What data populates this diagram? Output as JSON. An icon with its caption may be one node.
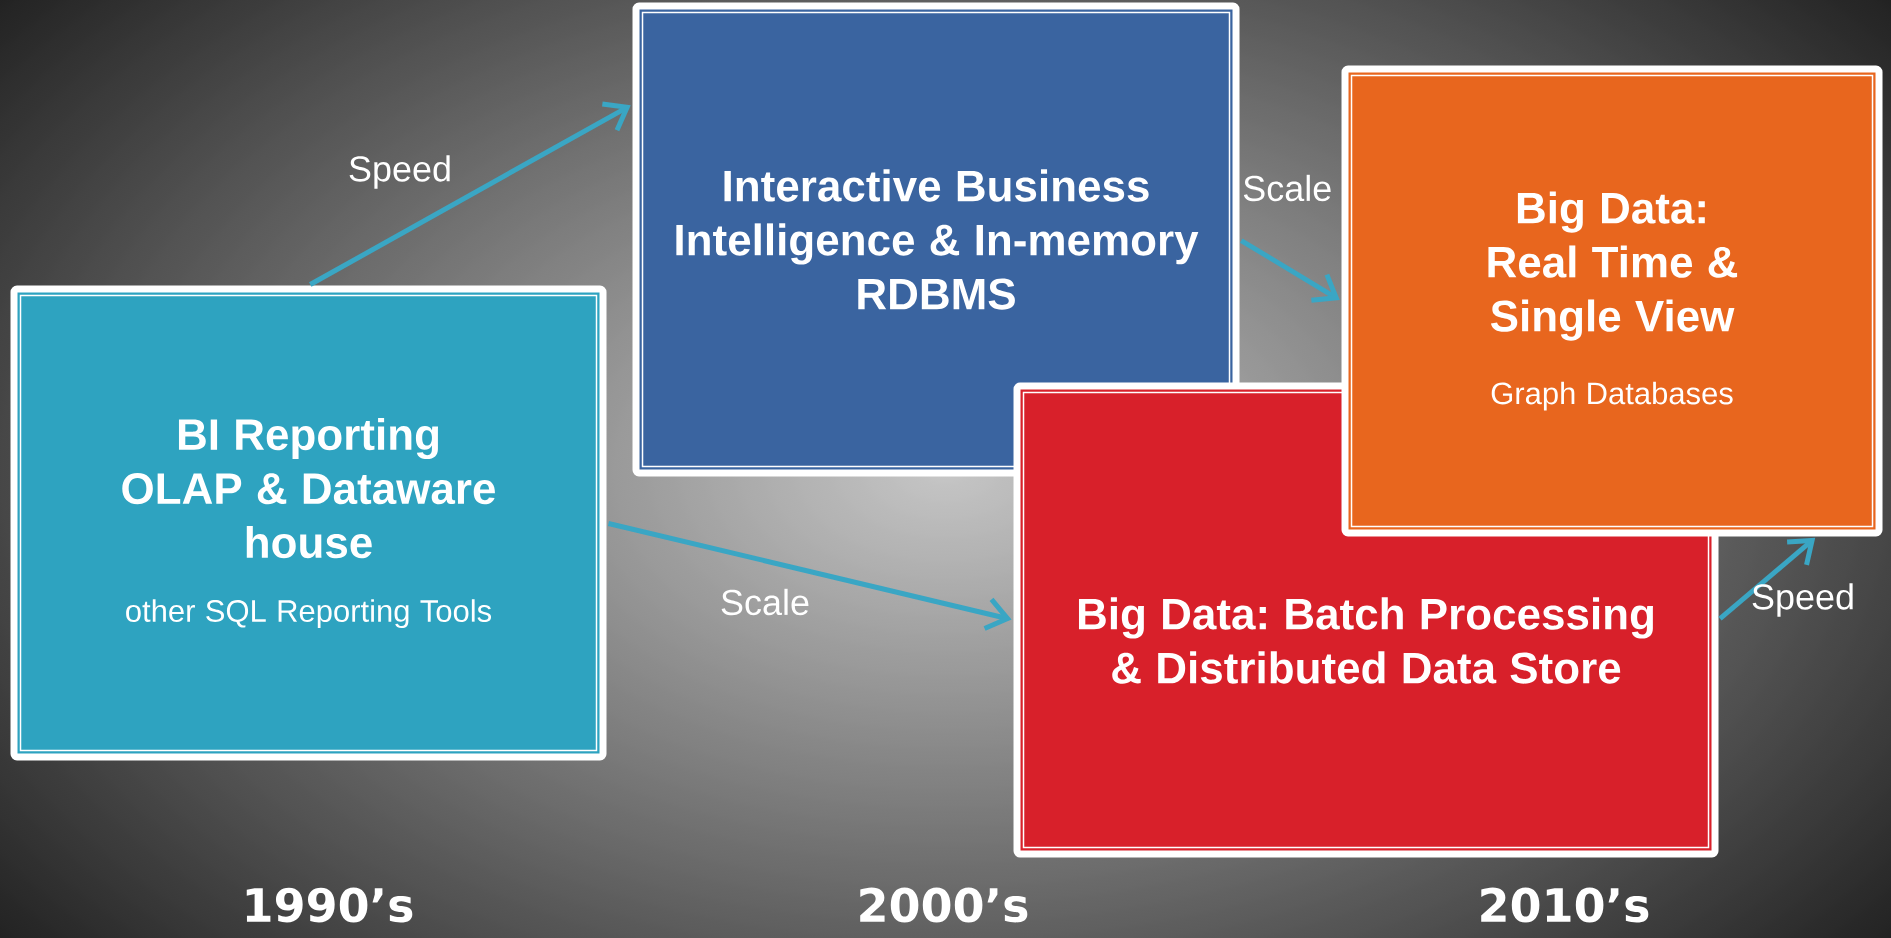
{
  "diagram": {
    "nodes": [
      {
        "text": [
          "BI Reporting OLAP & Dataware house",
          "other SQL Reporting Tools"
        ]
      },
      {
        "text": [
          "Interactive Business Intelligence & In-memory RDBMS"
        ]
      },
      {
        "text": [
          "Big Data: Batch Processing & Distributed Data Store"
        ]
      },
      {
        "text": [
          "Big Data: Real Time & Single View",
          "Graph Databases"
        ]
      }
    ],
    "edges": [
      {
        "from": 0,
        "to": 1,
        "arrow": "to",
        "label": "Speed"
      },
      {
        "from": 0,
        "to": 2,
        "arrow": "to",
        "label": "Scale"
      },
      {
        "from": 1,
        "to": 3,
        "arrow": "to",
        "label": "Scale"
      },
      {
        "from": 2,
        "to": 3,
        "arrow": "to",
        "label": "Speed"
      }
    ],
    "labels": [
      "1990’s",
      "2000’s",
      "2010’s"
    ]
  }
}
